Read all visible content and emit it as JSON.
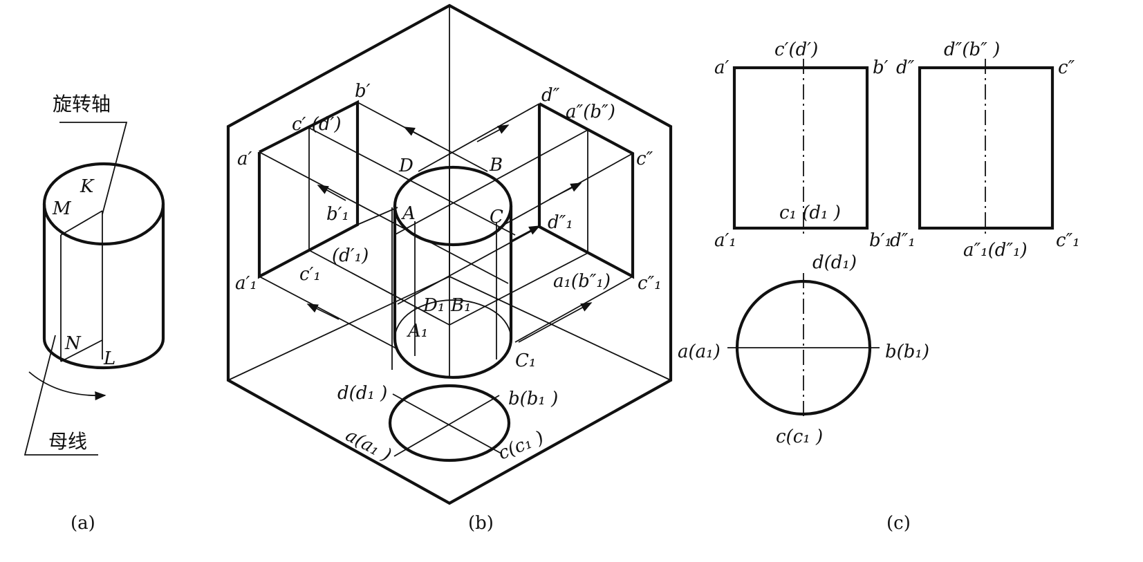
{
  "captions": {
    "a": "(a)",
    "b": "(b)",
    "c": "(c)"
  },
  "panel_a": {
    "axis_label": "旋转轴",
    "generatrix_label": "母线",
    "points": {
      "K": "K",
      "M": "M",
      "N": "N",
      "L": "L"
    }
  },
  "panel_b": {
    "labels": {
      "c_prime_d_prime": "c′ (d′)",
      "b_prime": "b′",
      "a_prime": "a′",
      "b1_prime": "b′₁",
      "d1_prime_paren": "(d′₁)",
      "a1_prime": "a′₁",
      "c1_prime": "c′₁",
      "d_dprime": "d″",
      "a_dprime_b_dprime": "a″(b″)",
      "c_dprime": "c″",
      "d1_dprime": "d″₁",
      "a1_b1_dprime": "a₁(b″₁)",
      "c1_dprime": "c″₁",
      "D": "D",
      "B": "B",
      "A": "A",
      "C": "C",
      "D1": "D₁",
      "B1": "B₁",
      "A1": "A₁",
      "C1": "C₁",
      "d_d1": "d(d₁ )",
      "b_b1": "b(b₁ )",
      "a_a1": "a(a₁ )",
      "c_c1": "c(c₁ )"
    }
  },
  "panel_c": {
    "labels": {
      "a_prime": "a′",
      "c_prime_d_prime": "c′(d′)",
      "b_prime": "b′",
      "d_dprime": "d″",
      "d_dprime_b_dprime": "d″(b″ )",
      "c_dprime": "c″",
      "c1_d1": "c₁ (d₁ )",
      "a1_prime": "a′₁",
      "b1_prime": "b′₁",
      "d1_dprime": "d″₁",
      "a1_dprime_d1_dprime": "a″₁(d″₁)",
      "c1_dprime": "c″₁",
      "d_d1": "d(d₁)",
      "a_a1": "a(a₁)",
      "b_b1": "b(b₁)",
      "c_c1": "c(c₁ )"
    }
  }
}
